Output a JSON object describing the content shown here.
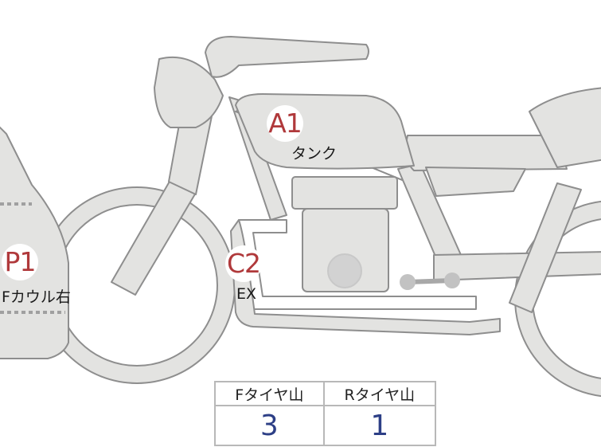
{
  "markers": {
    "a1": {
      "code": "A1",
      "label": "タンク"
    },
    "p1": {
      "code": "P1",
      "label": "Fカウル右"
    },
    "c2": {
      "code": "C2",
      "label": "EX"
    }
  },
  "tread_table": {
    "headers": [
      "Fタイヤ山",
      "Rタイヤ山"
    ],
    "values": [
      "3",
      "1"
    ]
  },
  "colors": {
    "body_fill": "#e3e3e1",
    "body_stroke": "#8e8e8e",
    "marker_text": "#b0393b",
    "value_text": "#2d3f86"
  }
}
